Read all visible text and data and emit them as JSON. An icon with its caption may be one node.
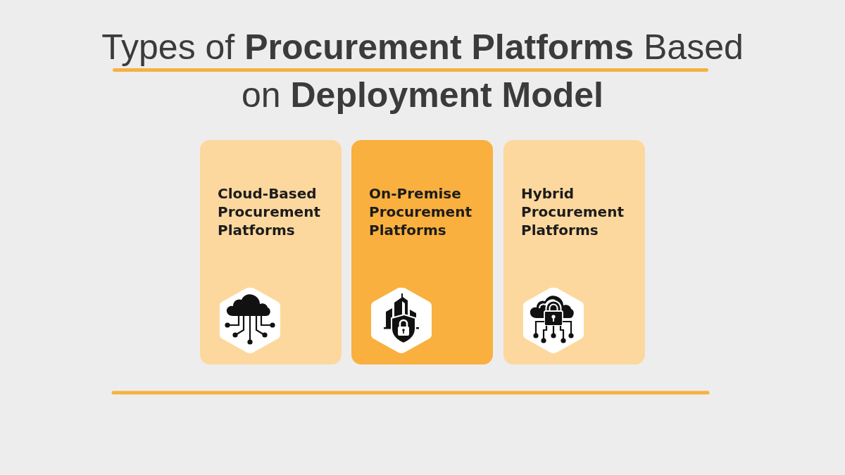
{
  "diagram": {
    "title": "Types of **Procurement Platforms** Based on **Deployment Model**",
    "nodes": [
      {
        "text": [
          "Cloud-Based Procurement Platforms"
        ]
      },
      {
        "text": [
          "On-Premise Procurement Platforms"
        ]
      },
      {
        "text": [
          "Hybrid Procurement Platforms"
        ]
      }
    ]
  }
}
